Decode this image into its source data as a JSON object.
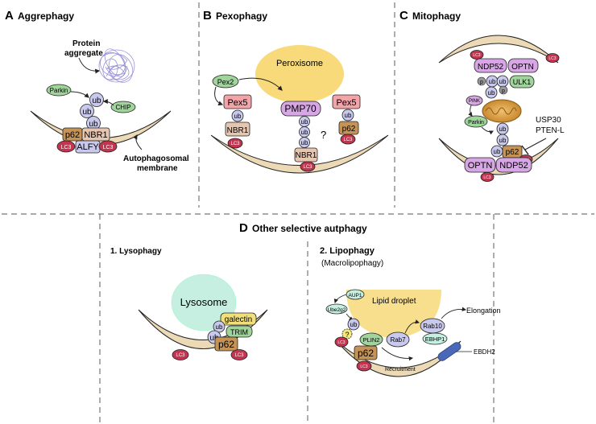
{
  "panels": {
    "a": {
      "letter": "A",
      "title": "Aggrephagy",
      "protein_aggregate_1": "Protein",
      "protein_aggregate_2": "aggregate",
      "parkin": "Parkin",
      "chip": "CHIP",
      "ub": "ub",
      "p62": "p62",
      "nbr1": "NBR1",
      "alfy": "ALFY",
      "lc3": "LC3",
      "membrane_1": "Autophagosomal",
      "membrane_2": "membrane"
    },
    "b": {
      "letter": "B",
      "title": "Pexophagy",
      "peroxisome": "Peroxisome",
      "pex2": "Pex2",
      "pex5": "Pex5",
      "pmp70": "PMP70",
      "ub": "ub",
      "nbr1": "NBR1",
      "p62": "p62",
      "lc3": "LC3",
      "question": "?"
    },
    "c": {
      "letter": "C",
      "title": "Mitophagy",
      "ndp52": "NDP52",
      "optn": "OPTN",
      "ulk1": "ULK1",
      "pink": "PINK",
      "parkin": "Parkin",
      "ub": "ub",
      "p": "p",
      "p62": "p62",
      "lc3": "LC3",
      "usp30": "USP30",
      "pten_l": "PTEN-L"
    },
    "d": {
      "letter": "D",
      "title": "Other selective autphagy",
      "lysophagy_title": "1. Lysophagy",
      "lysosome": "Lysosome",
      "galectin": "galectin",
      "trim": "TRIM",
      "ub": "ub",
      "p62": "p62",
      "lc3": "LC3",
      "lipophagy_title": "2. Lipophagy",
      "lipophagy_sub": "(Macrolipophagy)",
      "lipid_droplet": "Lipid droplet",
      "aup1": "AUP1",
      "ube2g2": "Ube2g2",
      "plin2": "PLIN2",
      "rab7": "Rab7",
      "rab10": "Rab10",
      "ehbp1": "EBHP1",
      "elongation": "Elongation",
      "recruitment": "Recruitment",
      "ebdh2": "EBDH2",
      "question": "?"
    }
  },
  "colors": {
    "ub": "#c9c9ee",
    "p62": "#c49355",
    "lc3": "#c2344f",
    "nbr1": "#e6c6b0",
    "green": "#9fd49a",
    "purple_pill": "#d7a6e4",
    "pex5": "#f3a4a8",
    "peroxisome": "#f8da7a",
    "lysosome": "#c6efe2",
    "lipid": "#f8df8e",
    "galectin": "#f1e07a",
    "mito": "#d79a3c",
    "membrane": "#ecd9b6",
    "dash": "#777777"
  }
}
